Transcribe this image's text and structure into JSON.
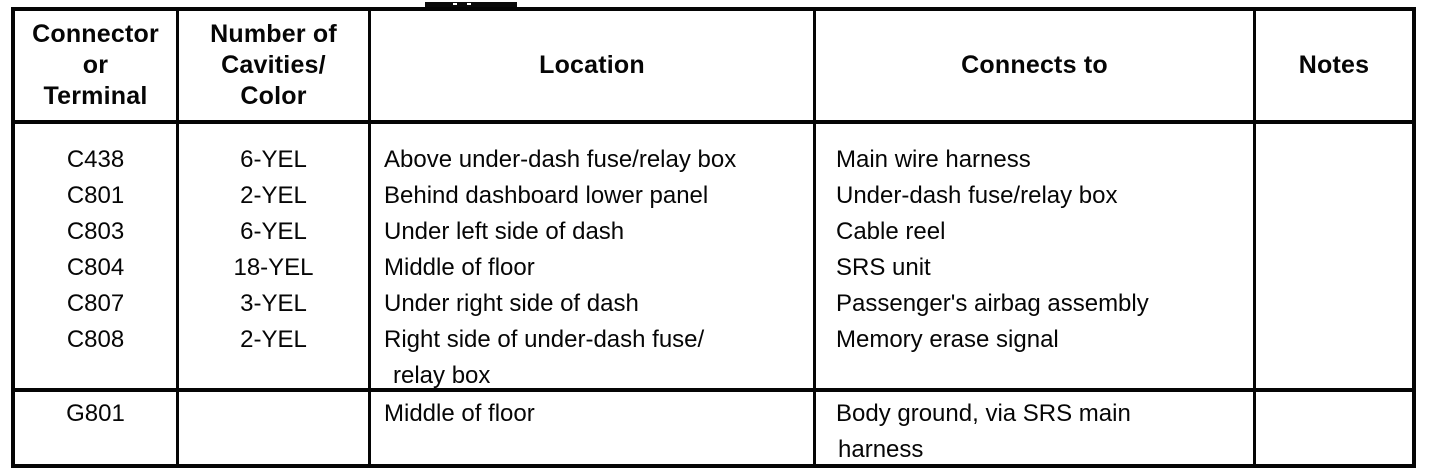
{
  "table": {
    "headers": {
      "connector": "Connector\nor\nTerminal",
      "cavities": "Number of\nCavities/\nColor",
      "location": "Location",
      "connects_to": "Connects to",
      "notes": "Notes"
    },
    "rows": [
      {
        "connector": "C438",
        "cavities": "6-YEL",
        "location": "Above under-dash fuse/relay box",
        "connects_to": "Main wire harness"
      },
      {
        "connector": "C801",
        "cavities": "2-YEL",
        "location": "Behind dashboard lower panel",
        "connects_to": "Under-dash fuse/relay box"
      },
      {
        "connector": "C803",
        "cavities": "6-YEL",
        "location": "Under left side of dash",
        "connects_to": "Cable reel"
      },
      {
        "connector": "C804",
        "cavities": "18-YEL",
        "location": "Middle of floor",
        "connects_to": "SRS unit"
      },
      {
        "connector": "C807",
        "cavities": "3-YEL",
        "location": "Under right side of dash",
        "connects_to": "Passenger's airbag assembly"
      },
      {
        "connector": "C808",
        "cavities": "2-YEL",
        "location": "Right side of under-dash fuse/",
        "location_cont": "relay box",
        "connects_to": "Memory erase signal"
      }
    ],
    "ground_row": {
      "connector": "G801",
      "cavities": "",
      "location": "Middle of floor",
      "connects_to": "Body ground, via SRS main",
      "connects_to_cont": "harness",
      "notes": ""
    }
  },
  "colors": {
    "ink": "#050505",
    "paper": "#ffffff"
  }
}
